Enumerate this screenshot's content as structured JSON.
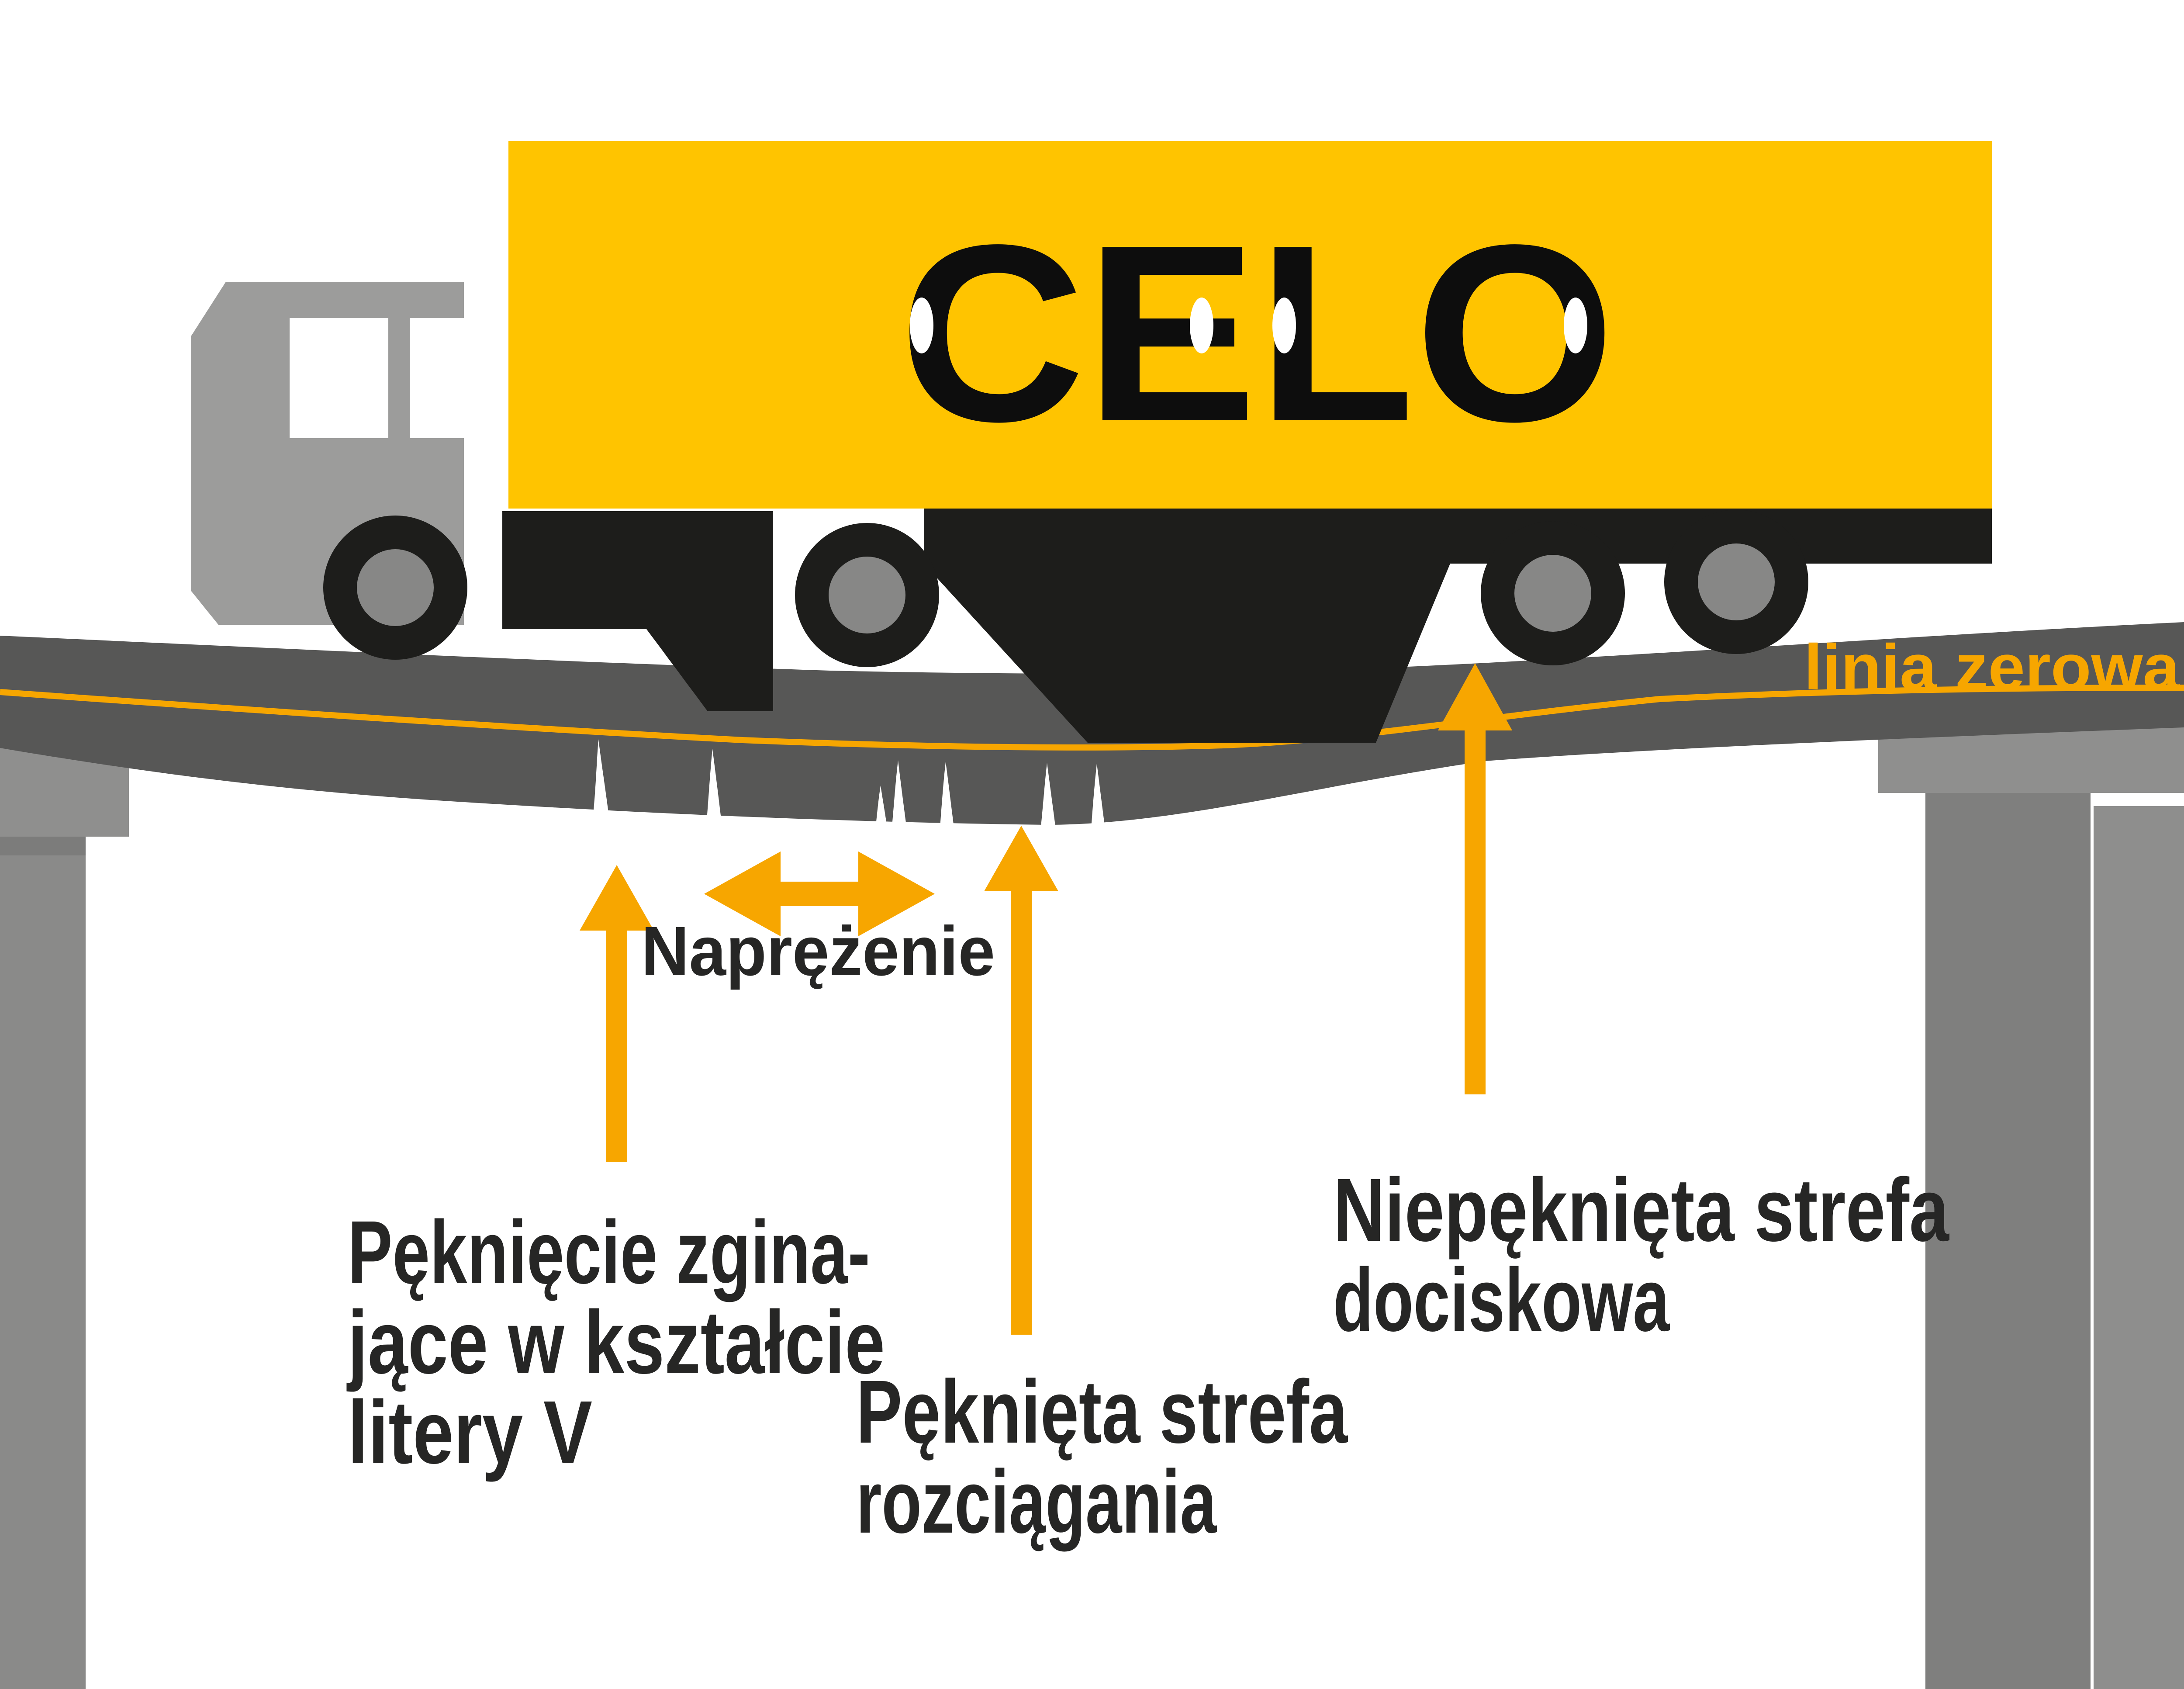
{
  "truck": {
    "logo_text": "CELO"
  },
  "annotations": {
    "zero_line_label": "linia zerowa",
    "stress_label": "Naprężenie",
    "flexural_crack_label": [
      "Pęknięcie zgina-",
      "jące w kształcie",
      "litery V"
    ],
    "cracked_tension_zone_label": [
      "Pęknięta strefa",
      "rozciągania"
    ],
    "uncracked_compression_zone_label": [
      "Niepęknięta strefa",
      "dociskowa"
    ]
  },
  "colors": {
    "brand_yellow": "#FFC400",
    "accent_orange": "#F7A600",
    "beam_gray": "#575756",
    "truck_cab_gray": "#9C9C9B",
    "pier_gray": "#8F8F8E",
    "wheel_black": "#1D1D1B",
    "text_dark": "#262625"
  }
}
